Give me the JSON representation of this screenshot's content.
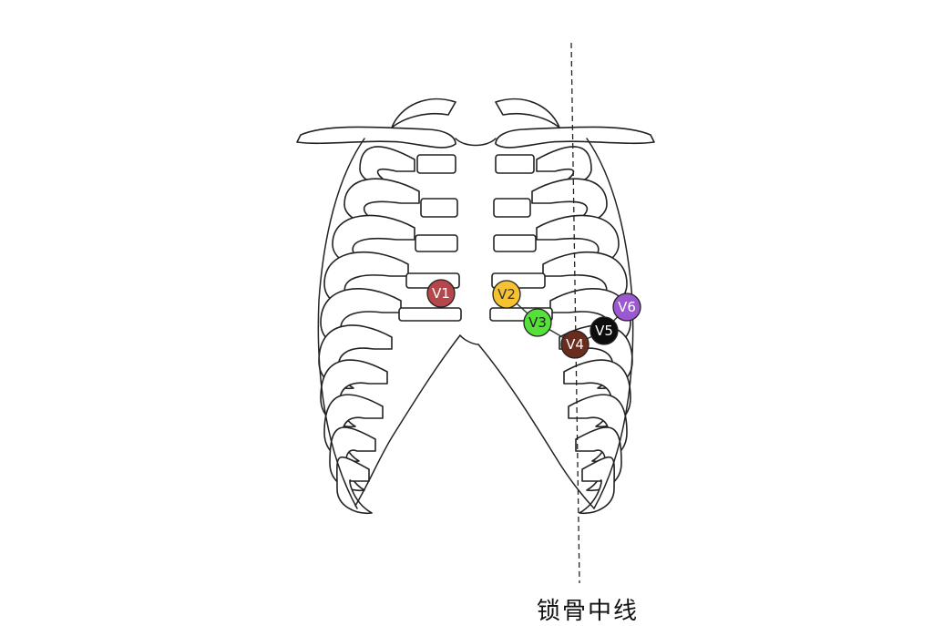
{
  "diagram": {
    "midline_label": "锁骨中线",
    "leads": [
      {
        "label": "V1",
        "color": "#b5474b",
        "text_color": "#ffffff"
      },
      {
        "label": "V2",
        "color": "#f5c331",
        "text_color": "#333333"
      },
      {
        "label": "V3",
        "color": "#55e03a",
        "text_color": "#222222"
      },
      {
        "label": "V4",
        "color": "#6a2d1d",
        "text_color": "#ffffff"
      },
      {
        "label": "V5",
        "color": "#0d0d0d",
        "text_color": "#ffffff"
      },
      {
        "label": "V6",
        "color": "#9b59d0",
        "text_color": "#ffffff"
      }
    ]
  }
}
